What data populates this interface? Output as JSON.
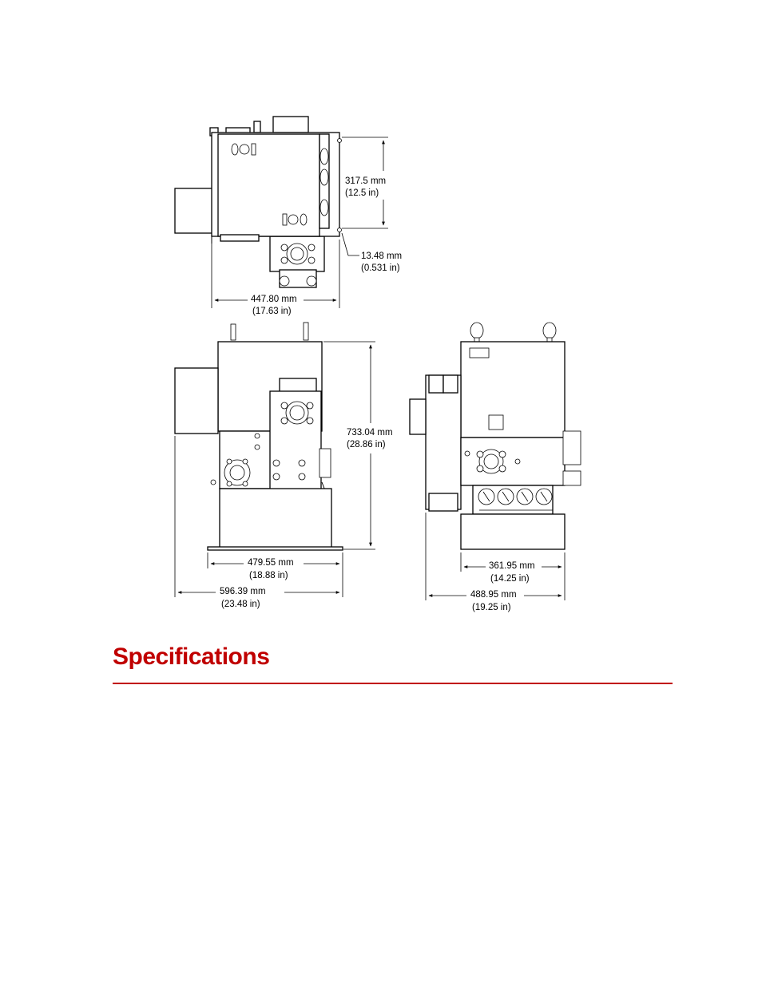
{
  "section": {
    "title": "Specifications",
    "accent_color": "#c00000"
  },
  "dimensions": {
    "top_height_mm": "317.5 mm",
    "top_height_in": "(12.5 in)",
    "top_offset_mm": "13.48 mm",
    "top_offset_in": "(0.531 in)",
    "top_width_mm": "447.80 mm",
    "top_width_in": "(17.63 in)",
    "front_height_mm": "733.04 mm",
    "front_height_in": "(28.86 in)",
    "front_base_mm": "479.55 mm",
    "front_base_in": "(18.88 in)",
    "front_overall_mm": "596.39 mm",
    "front_overall_in": "(23.48 in)",
    "side_base_mm": "361.95 mm",
    "side_base_in": "(14.25 in)",
    "side_overall_mm": "488.95 mm",
    "side_overall_in": "(19.25 in)"
  }
}
